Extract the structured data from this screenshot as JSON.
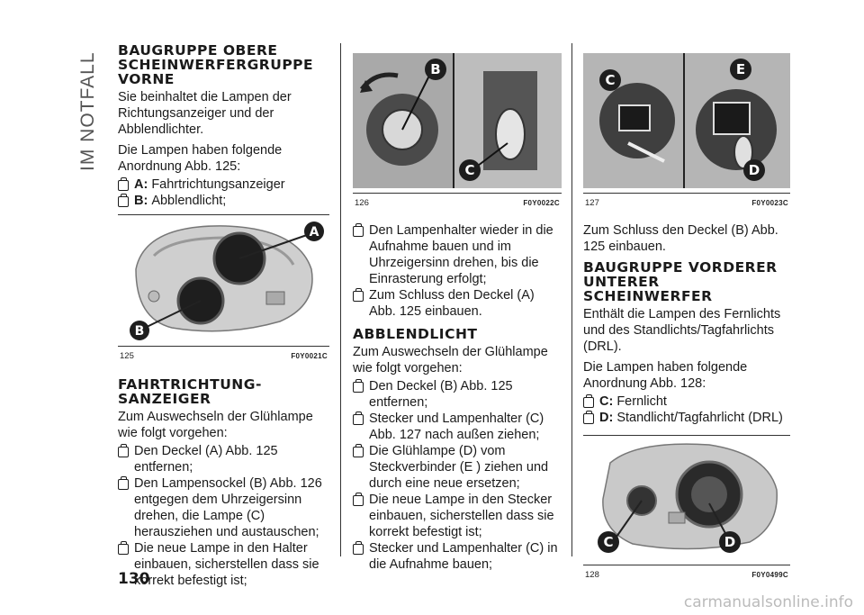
{
  "side_tab": "IM NOTFALL",
  "page_number": "130",
  "footer_watermark": "carmanualsonline.info",
  "col1": {
    "heading1": "BAUGRUPPE OBERE SCHEINWERFERGRUPPE VORNE",
    "p1": "Sie beinhaltet die Lampen der Richtungsanzeiger und der Abblendlichter.",
    "p2": "Die Lampen haben folgende Anordnung Abb. 125:",
    "itemA_label": "A:",
    "itemA_text": "Fahrtrichtungsanzeiger",
    "itemB_label": "B:",
    "itemB_text": "Abblendlicht;",
    "fig125_num": "125",
    "fig125_code": "F0Y0021C",
    "fig125_callout_a": "A",
    "fig125_callout_b": "B",
    "heading2": "FAHRTRICHTUNG-SANZEIGER",
    "p3": "Zum Auswechseln der Glühlampe wie folgt vorgehen:",
    "b1": "Den Deckel (A) Abb. 125 entfernen;",
    "b2": "Den Lampensockel (B) Abb. 126 entgegen dem Uhrzeigersinn drehen, die Lampe (C) herausziehen und austauschen;",
    "b3": "Die neue Lampe in den Halter einbauen, sicherstellen dass sie korrekt befestigt ist;"
  },
  "col2": {
    "fig126_num": "126",
    "fig126_code": "F0Y0022C",
    "fig126_callout_b": "B",
    "fig126_callout_c": "C",
    "b1": "Den Lampenhalter wieder in die Aufnahme bauen und im Uhrzeigersinn drehen, bis die Einrasterung erfolgt;",
    "b2": "Zum Schluss den Deckel (A) Abb. 125 einbauen.",
    "heading": "ABBLENDLICHT",
    "p1": "Zum Auswechseln der Glühlampe wie folgt vorgehen:",
    "b3": "Den Deckel (B) Abb. 125 entfernen;",
    "b4": "Stecker und Lampenhalter (C) Abb. 127 nach außen ziehen;",
    "b5": "Die Glühlampe (D) vom Steckverbinder (E ) ziehen und durch eine neue ersetzen;",
    "b6": "Die neue Lampe in den Stecker einbauen, sicherstellen dass sie korrekt befestigt ist;",
    "b7": "Stecker und Lampenhalter (C) in die Aufnahme bauen;"
  },
  "col3": {
    "fig127_num": "127",
    "fig127_code": "F0Y0023C",
    "fig127_callout_c": "C",
    "fig127_callout_e": "E",
    "fig127_callout_d": "D",
    "p1": "Zum Schluss den Deckel (B) Abb. 125 einbauen.",
    "heading": "BAUGRUPPE VORDERER UNTERER SCHEINWERFER",
    "p2": "Enthält die Lampen des Fernlichts und des Standlichts/Tagfahrlichts (DRL).",
    "p3": "Die Lampen haben folgende Anordnung Abb. 128:",
    "itemC_label": "C:",
    "itemC_text": "Fernlicht",
    "itemD_label": "D:",
    "itemD_text": "Standlicht/Tagfahrlicht (DRL)",
    "fig128_num": "128",
    "fig128_code": "F0Y0499C",
    "fig128_callout_c": "C",
    "fig128_callout_d": "D"
  }
}
